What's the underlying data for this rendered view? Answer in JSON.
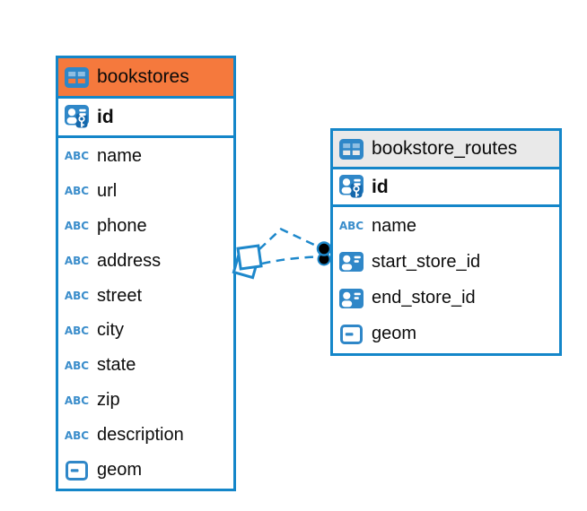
{
  "diagram": {
    "background": "#ffffff",
    "colors": {
      "accent_blue": "#1486C9",
      "icon_blue": "#2F87C8",
      "icon_blue_light": "#8FBEE2",
      "icon_blue_dark": "#1568AC",
      "orange_header": "#F5793D",
      "gray_header": "#E9E9E9",
      "connector_blue": "#1E88CB",
      "text": "#0D0D0D"
    },
    "tables": [
      {
        "title": "bookstores",
        "header_icon": "table-icon",
        "header_color": "#F5793D",
        "keys": [
          {
            "name": "id",
            "icon": "primary-key-icon"
          }
        ],
        "columns": [
          {
            "name": "name",
            "icon": "text-column-icon"
          },
          {
            "name": "url",
            "icon": "text-column-icon"
          },
          {
            "name": "phone",
            "icon": "text-column-icon"
          },
          {
            "name": "address",
            "icon": "text-column-icon"
          },
          {
            "name": "street",
            "icon": "text-column-icon"
          },
          {
            "name": "city",
            "icon": "text-column-icon"
          },
          {
            "name": "state",
            "icon": "text-column-icon"
          },
          {
            "name": "zip",
            "icon": "text-column-icon"
          },
          {
            "name": "description",
            "icon": "text-column-icon"
          },
          {
            "name": "geom",
            "icon": "geometry-icon"
          }
        ]
      },
      {
        "title": "bookstore_routes",
        "header_icon": "table-icon",
        "header_color": "#E9E9E9",
        "keys": [
          {
            "name": "id",
            "icon": "primary-key-icon"
          }
        ],
        "columns": [
          {
            "name": "name",
            "icon": "text-column-icon"
          },
          {
            "name": "start_store_id",
            "icon": "foreign-key-icon"
          },
          {
            "name": "end_store_id",
            "icon": "foreign-key-icon"
          },
          {
            "name": "geom",
            "icon": "geometry-icon"
          }
        ]
      }
    ],
    "relationship": {
      "from_table": "bookstores",
      "to_table": "bookstore_routes",
      "line_style": "dashed",
      "source_marker": "overlapping-squares-marker",
      "target_marker": "two-dots-marker"
    }
  }
}
